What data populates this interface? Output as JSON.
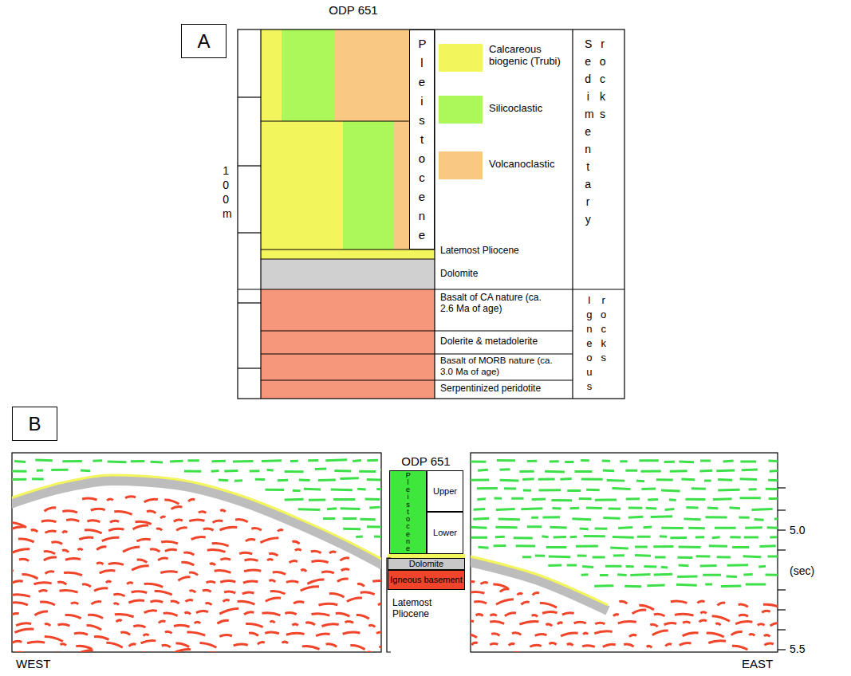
{
  "diagram": {
    "nodes": [
      {
        "text": [
          "A"
        ]
      },
      {
        "text": [
          "Pleistocene"
        ]
      },
      {
        "text": [
          "B"
        ]
      },
      {
        "text": [
          "Pleistocene"
        ]
      },
      {
        "text": [
          "Upper"
        ]
      },
      {
        "text": [
          "Lower"
        ]
      },
      {
        "text": [
          "Dolomite"
        ]
      },
      {
        "text": [
          "Igneous basement"
        ]
      }
    ],
    "labels": [
      "ODP 651",
      "100 m",
      "Latemost Pliocene",
      "Dolomite",
      "Basalt of CA nature (ca. 2.6 Ma of age)",
      "Dolerite & metadolerite",
      "Basalt of MORB nature (ca. 3.0 Ma of age)",
      "Serpentinized peridotite",
      "Sedimentary rocks",
      "Igneous rocks",
      "ODP 651",
      "Latemost Pliocene",
      "5.0",
      "(sec)",
      "5.5",
      "WEST",
      "EAST"
    ],
    "legend": [
      {
        "text": "Calcareous biogenic (Trubi)",
        "color": "#f2f55c"
      },
      {
        "text": "Silicoclastic",
        "color": "#acf75a"
      },
      {
        "text": "Volcanoclastic",
        "color": "#f9c984"
      }
    ]
  }
}
